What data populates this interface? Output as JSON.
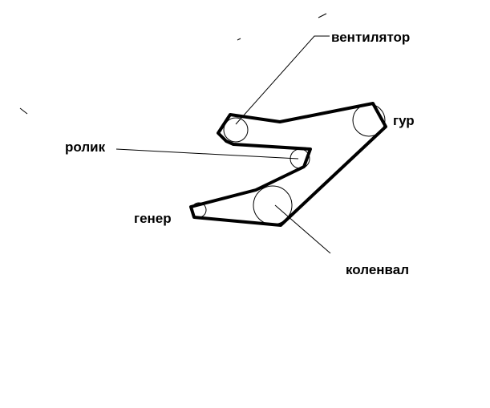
{
  "labels": {
    "fan": "вентилятор",
    "power_steering": "гур",
    "idler": "ролик",
    "alternator": "генер",
    "crankshaft": "коленвал"
  },
  "colors": {
    "line": "#000000",
    "background": "#ffffff"
  }
}
